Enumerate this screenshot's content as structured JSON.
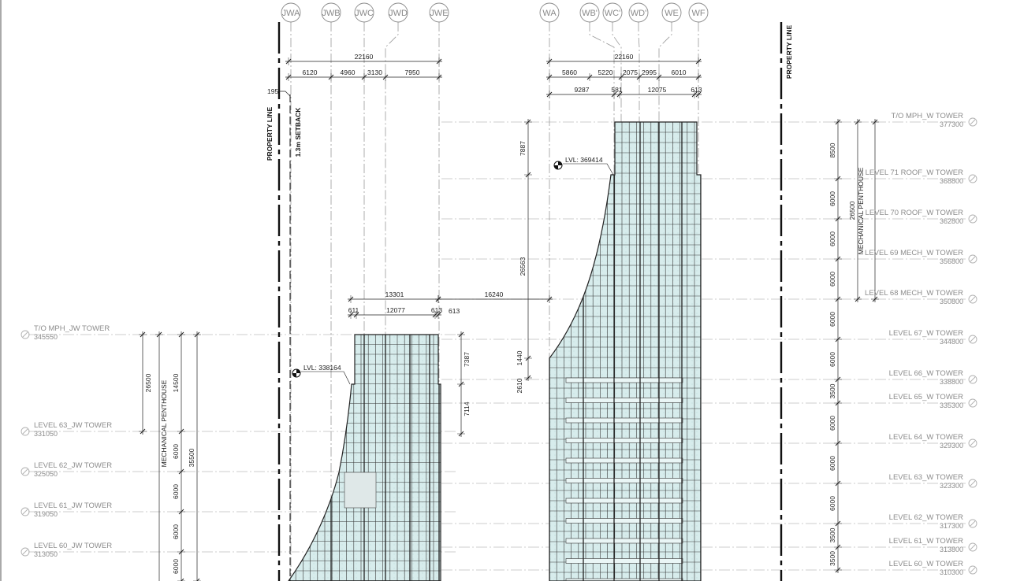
{
  "grids_left": [
    "JWA",
    "JWB",
    "JWC",
    "JWD",
    "JWE"
  ],
  "grids_right": [
    "WA",
    "WB'",
    "WC'",
    "WD'",
    "WE",
    "WF"
  ],
  "labels": {
    "property_line": "PROPERTY LINE",
    "setback": "1.3m SETBACK",
    "mech_penthouse": "MECHANICAL PENTHOUSE"
  },
  "levels_right": [
    {
      "name": "T/O MPH_W TOWER",
      "elev": "377300"
    },
    {
      "name": "LEVEL 71 ROOF_W TOWER",
      "elev": "368800"
    },
    {
      "name": "LEVEL 70 ROOF_W TOWER",
      "elev": "362800"
    },
    {
      "name": "LEVEL 69 MECH_W TOWER",
      "elev": "356800"
    },
    {
      "name": "LEVEL 68 MECH_W TOWER",
      "elev": "350800"
    },
    {
      "name": "LEVEL 67_W TOWER",
      "elev": "344800"
    },
    {
      "name": "LEVEL 66_W TOWER",
      "elev": "338800"
    },
    {
      "name": "LEVEL 65_W TOWER",
      "elev": "335300"
    },
    {
      "name": "LEVEL 64_W TOWER",
      "elev": "329300"
    },
    {
      "name": "LEVEL 63_W TOWER",
      "elev": "323300"
    },
    {
      "name": "LEVEL 62_W TOWER",
      "elev": "317300"
    },
    {
      "name": "LEVEL 61_W TOWER",
      "elev": "313800"
    },
    {
      "name": "LEVEL 60_W TOWER",
      "elev": "310300"
    }
  ],
  "levels_left": [
    {
      "name": "T/O MPH_JW TOWER",
      "elev": "345550"
    },
    {
      "name": "LEVEL 63_JW TOWER",
      "elev": "331050"
    },
    {
      "name": "LEVEL 62_JW TOWER",
      "elev": "325050"
    },
    {
      "name": "LEVEL 61_JW TOWER",
      "elev": "319050"
    },
    {
      "name": "LEVEL 60_JW TOWER",
      "elev": "313050"
    }
  ],
  "dims": {
    "left_total": "22160",
    "left_bays": [
      "6120",
      "4960",
      "3130",
      "7950"
    ],
    "left_offset": "195",
    "right_total": "22160",
    "right_bays": [
      "5860",
      "5220",
      "2075",
      "2995",
      "6010"
    ],
    "right_row2": [
      "9287",
      "581",
      "12075",
      "613"
    ],
    "left_low_total": "13301",
    "left_low_row": [
      "611",
      "12077",
      "613"
    ],
    "gap": "16240",
    "left_vert": [
      "7387",
      "7114"
    ],
    "right_vert_left": [
      "7887",
      "26563",
      "1440",
      "2610"
    ],
    "right_vert_levels": [
      "8500",
      "6000",
      "6000",
      "6000",
      "6000",
      "6000",
      "3500",
      "6000",
      "6000",
      "6000",
      "3500",
      "3500"
    ],
    "right_total_mph": "26500",
    "left_vert_levels": [
      "14500",
      "6000",
      "6000",
      "6000",
      "6000"
    ],
    "left_total_mph": "26500",
    "left_total_2": "35500"
  },
  "lvl_markers": [
    "LVL: 369414",
    "LVL: 338164"
  ]
}
